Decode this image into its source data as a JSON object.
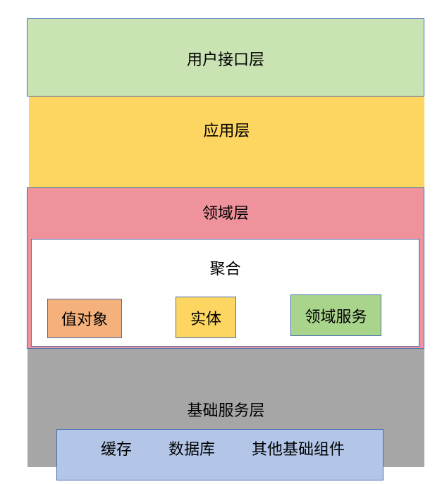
{
  "layers": {
    "ui": "用户接口层",
    "application": "应用层",
    "domain": "领域层",
    "infrastructure": "基础服务层"
  },
  "aggregate": {
    "title": "聚合",
    "items": [
      "值对象",
      "实体",
      "领域服务"
    ]
  },
  "infrastructure_components": [
    "缓存",
    "数据库",
    "其他基础组件"
  ],
  "colors": {
    "ui_layer": "#c9e3b3",
    "application_layer": "#fdd662",
    "domain_layer": "#ef929b",
    "aggregate_bg": "#ffffff",
    "value_object": "#f5b17c",
    "entity": "#fdd662",
    "domain_service": "#a9d48b",
    "infrastructure_layer": "#a6a6a6",
    "infrastructure_components": "#b3c6e8",
    "border": "#4a6fb0"
  }
}
